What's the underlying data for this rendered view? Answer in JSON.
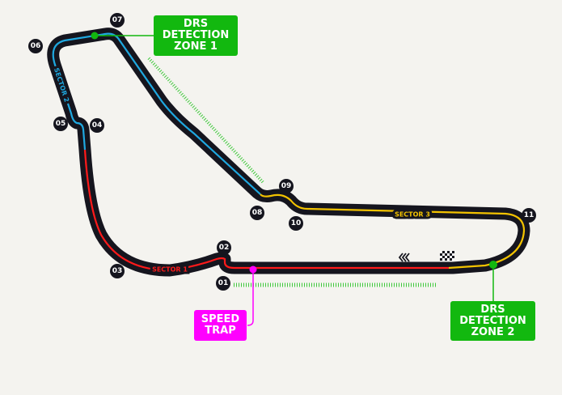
{
  "circuit": {
    "corners": [
      "01",
      "02",
      "03",
      "04",
      "05",
      "06",
      "07",
      "08",
      "09",
      "10",
      "11"
    ],
    "sectors": [
      "SECTOR 1",
      "SECTOR 2",
      "SECTOR 3"
    ],
    "sector_colors": {
      "sector1": "#ff1a1a",
      "sector2": "#1fa8e0",
      "sector3": "#f2c200"
    },
    "track_color": "#15151e",
    "finish_icon": "checkered-flag-icon",
    "direction_icon": "direction-chevrons-icon"
  },
  "callouts": {
    "drs1": [
      "DRS",
      "DETECTION",
      "ZONE 1"
    ],
    "drs2": [
      "DRS",
      "DETECTION",
      "ZONE 2"
    ],
    "speed_trap": [
      "SPEED",
      "TRAP"
    ],
    "drs_color": "#12b80f",
    "trap_color": "#ff00ff"
  }
}
